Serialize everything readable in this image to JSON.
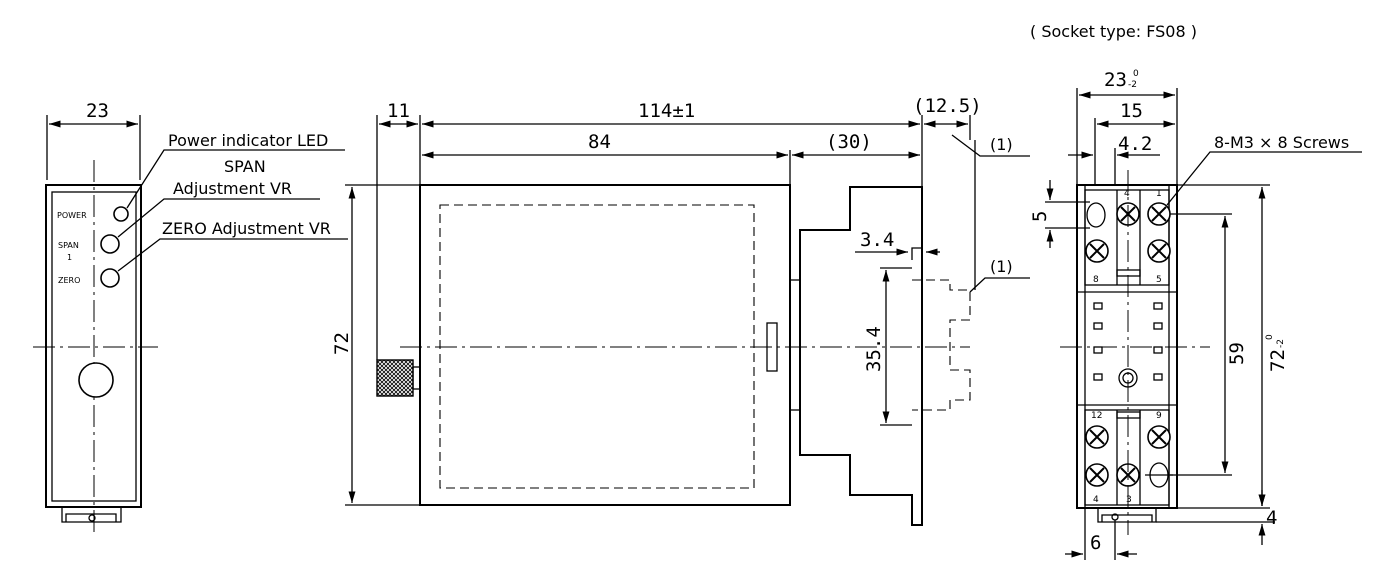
{
  "socket_type": "( Socket type: FS08 )",
  "labels": {
    "power_led": "Power indicator LED",
    "span": "SPAN",
    "adjustment_vr": "Adjustment VR",
    "zero_vr": "ZERO Adjustment VR",
    "screws": "8-M3 × 8 Screws",
    "note1": "(1)",
    "note2": "(1)"
  },
  "panel_text": {
    "power": "POWER",
    "span": "SPAN",
    "one": "1",
    "zero": "ZERO"
  },
  "dims": {
    "front_width": "23",
    "side_11": "11",
    "side_total": "114±1",
    "side_84": "84",
    "side_30": "(30)",
    "side_12_5": "(12.5)",
    "side_height": "72",
    "side_3_4": "3.4",
    "side_35_4": "35.4",
    "sock_23": "23",
    "sock_23_tol": "-2",
    "sock_23_tol_top": "0",
    "sock_15": "15",
    "sock_4_2": "4.2",
    "sock_5": "5",
    "sock_59": "59",
    "sock_72": "72",
    "sock_72_tol": "-2",
    "sock_72_tol_top": "0",
    "sock_4": "4",
    "sock_6": "6"
  },
  "terminals": {
    "t4a": "4",
    "t1": "1",
    "t8": "8",
    "t5": "5",
    "t12": "12",
    "t9": "9",
    "t4b": "4",
    "t3": "3"
  }
}
